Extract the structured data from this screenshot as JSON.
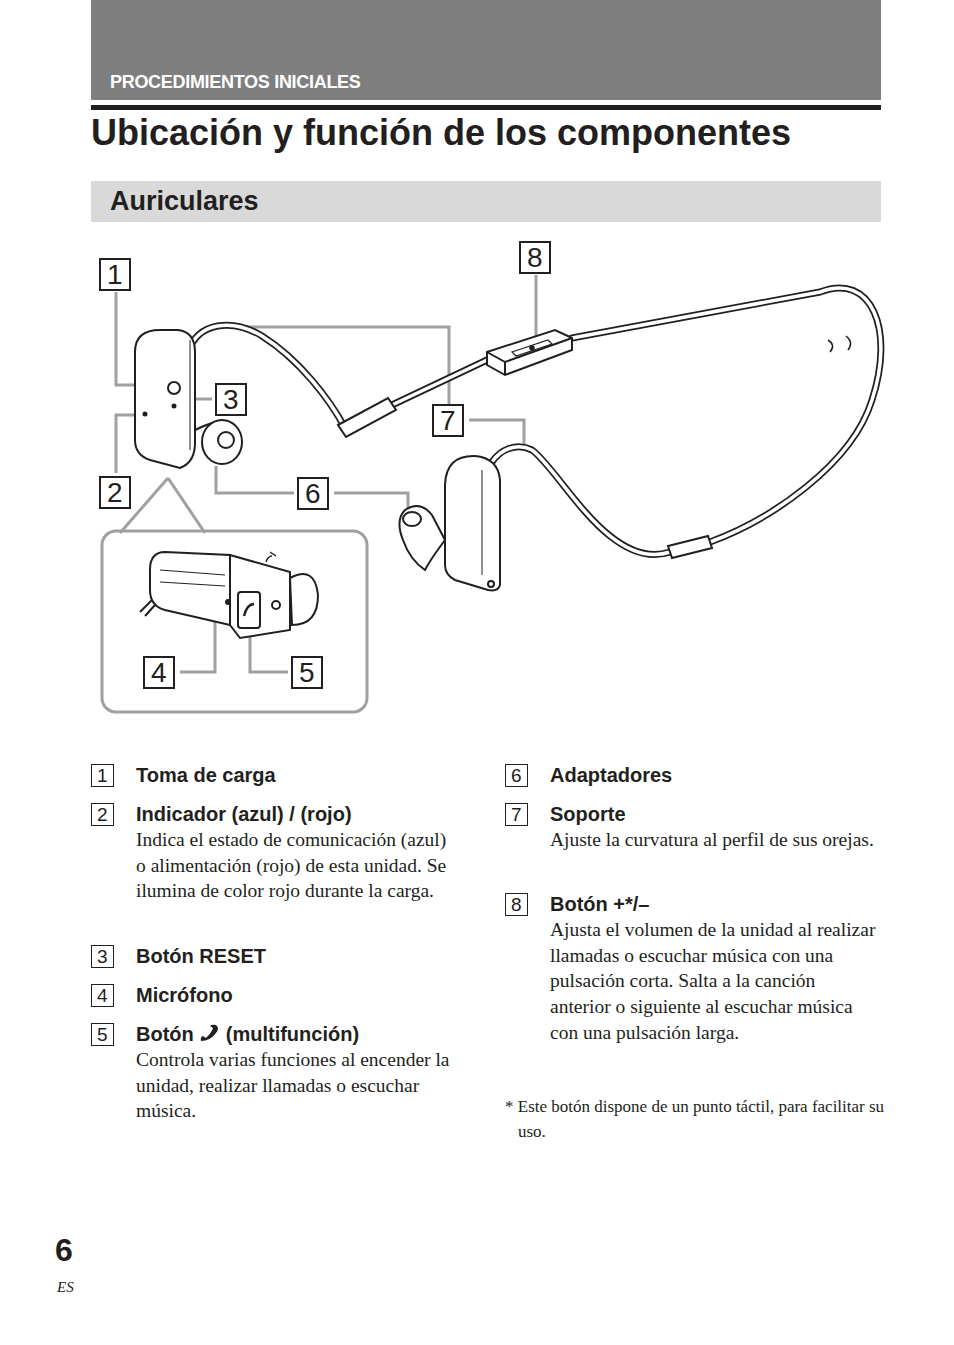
{
  "diagram": {
    "title": "Ubicación y función de los componentes",
    "nodes": [
      {
        "text": [
          "PROCEDIMIENTOS INICIALES"
        ]
      },
      {
        "text": [
          "Auriculares"
        ]
      },
      {
        "text": [
          "1"
        ]
      },
      {
        "text": [
          "2"
        ]
      },
      {
        "text": [
          "3"
        ]
      },
      {
        "text": [
          "4"
        ]
      },
      {
        "text": [
          "5"
        ]
      },
      {
        "text": [
          "6"
        ]
      },
      {
        "text": [
          "7"
        ]
      },
      {
        "text": [
          "8"
        ]
      },
      {
        "text": [
          "1",
          "Toma de carga"
        ]
      },
      {
        "text": [
          "2",
          "Indicador (azul) / (rojo)",
          "Indica el estado de comunicación (azul) o alimentación (rojo) de esta unidad. Se ilumina de color rojo durante la carga."
        ]
      },
      {
        "text": [
          "3",
          "Botón RESET"
        ]
      },
      {
        "text": [
          "4",
          "Micrófono"
        ]
      },
      {
        "text": [
          "5",
          "Botón",
          "(multifunción)",
          "Controla varias funciones al encender la unidad, realizar llamadas o escuchar música."
        ]
      },
      {
        "text": [
          "6",
          "Adaptadores"
        ]
      },
      {
        "text": [
          "7",
          "Soporte",
          "Ajuste la curvatura al perfil de sus orejas."
        ]
      },
      {
        "text": [
          "8",
          "Botón +*/–",
          "Ajusta el volumen de la unidad al realizar llamadas o escuchar música con una pulsación corta. Salta a la canción anterior o siguiente al escuchar música con una pulsación larga."
        ]
      }
    ],
    "labels": [
      "* Este botón dispone de un punto táctil, para facilitar su uso.",
      "6",
      "ES"
    ]
  }
}
